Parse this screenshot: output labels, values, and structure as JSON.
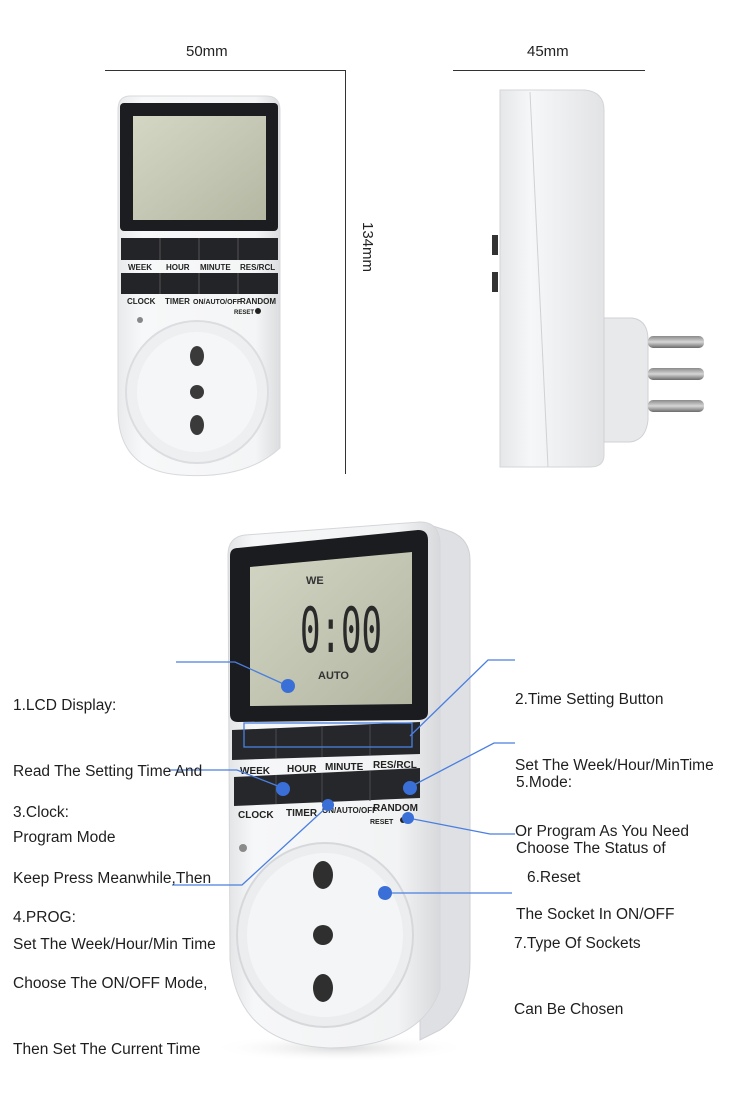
{
  "dimensions": {
    "width_label": "50mm",
    "depth_label": "45mm",
    "height_label": "134mm"
  },
  "device_small": {
    "buttons_top": [
      "WEEK",
      "HOUR",
      "MINUTE",
      "RES/RCL"
    ],
    "buttons_bottom": [
      "CLOCK",
      "TIMER",
      "ON/AUTO/OFF",
      "RANDOM"
    ],
    "reset_label": "RESET"
  },
  "device_large": {
    "lcd_week": "WE",
    "lcd_digits": "0:00",
    "lcd_mode": "AUTO",
    "buttons_top": [
      "WEEK",
      "HOUR",
      "MINUTE",
      "RES/RCL"
    ],
    "buttons_bottom": [
      "CLOCK",
      "TIMER",
      "ON/AUTO/OFF",
      "RANDOM"
    ],
    "reset_label": "RESET"
  },
  "callouts": {
    "lcd": {
      "title": "1.LCD Display:",
      "line1": "Read The Setting Time And",
      "line2": "Program Mode"
    },
    "time_setting": {
      "title": "2.Time Setting Button",
      "line1": "Set The Week/Hour/MinTime",
      "line2": "Or Program As You Need"
    },
    "clock": {
      "title": "3.Clock:",
      "line1": "Keep Press Meanwhile,Then",
      "line2": "Set The Week/Hour/Min Time"
    },
    "prog": {
      "title": "4.PROG:",
      "line1": "Choose The ON/OFF Mode,",
      "line2": "Then Set The Current Time"
    },
    "mode": {
      "title": "5.Mode:",
      "line1": "Choose The Status of",
      "line2": "The Socket In ON/OFF"
    },
    "reset": {
      "title": "6.Reset"
    },
    "socket": {
      "title": "7.Type Of Sockets",
      "line1": "Can Be Chosen"
    }
  },
  "colors": {
    "callout_line": "#4a7fe0",
    "callout_dot": "#3a6fd8",
    "lcd_screen": "#c3c7b2",
    "device_body": "#f4f5f6",
    "button_dark": "#2a2c30"
  }
}
